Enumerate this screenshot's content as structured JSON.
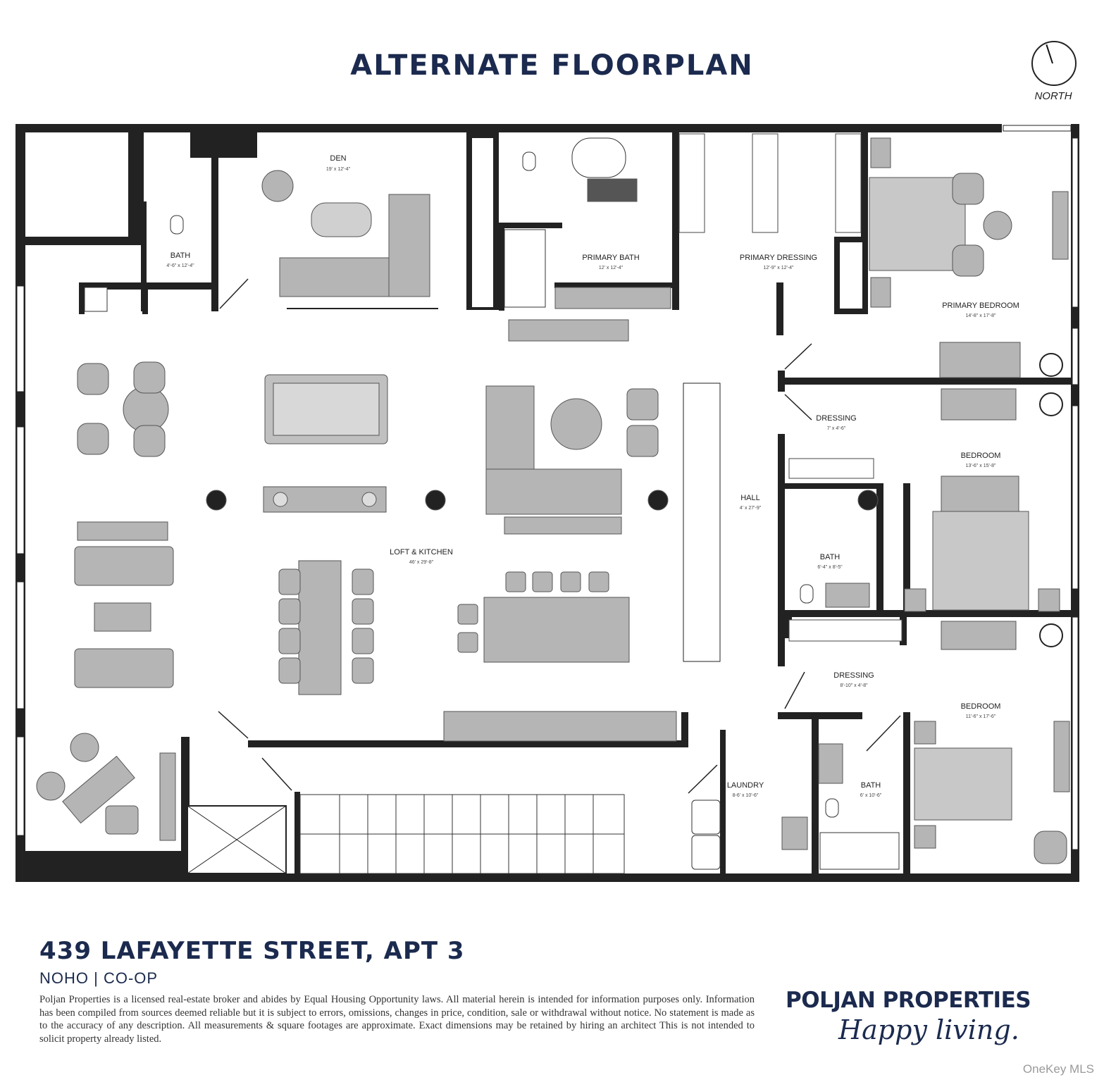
{
  "title": "ALTERNATE FLOORPLAN",
  "north_label": "NORTH",
  "rooms": [
    {
      "name": "DEN",
      "dims": "19' x 12'-4\""
    },
    {
      "name": "BATH",
      "dims": "4'-6\" x 12'-4\""
    },
    {
      "name": "PRIMARY BATH",
      "dims": "12' x 12'-4\""
    },
    {
      "name": "PRIMARY DRESSING",
      "dims": "12'-9\" x 12'-4\""
    },
    {
      "name": "PRIMARY BEDROOM",
      "dims": "14'-8\" x 17'-8\""
    },
    {
      "name": "DRESSING",
      "dims": "7' x 4'-6\""
    },
    {
      "name": "BEDROOM",
      "dims": "13'-6\" x 15'-8\""
    },
    {
      "name": "HALL",
      "dims": "4' x 27'-9\""
    },
    {
      "name": "BATH",
      "dims": "6'-4\" x 8'-5\""
    },
    {
      "name": "LOFT & KITCHEN",
      "dims": "46' x 29'-8\""
    },
    {
      "name": "DRESSING",
      "dims": "8'-10\" x 4'-8\""
    },
    {
      "name": "BEDROOM",
      "dims": "11'-6\" x 17'-6\""
    },
    {
      "name": "LAUNDRY",
      "dims": "8-6' x 10'-6\""
    },
    {
      "name": "BATH",
      "dims": "6' x 10'-6\""
    }
  ],
  "address": "439 LAFAYETTE STREET, APT 3",
  "subline": "NOHO  |  CO-OP",
  "disclaimer": "Poljan Properties is a licensed real-estate broker and abides by Equal Housing Opportunity laws. All material herein is intended for information purposes only. Information has been compiled from sources deemed reliable but it is subject to errors, omissions, changes in price, condition, sale or withdrawal without notice. No statement is made as to the accuracy of any description. All measurements & square footages are approximate. Exact dimensions may be retained by hiring an architect This is not intended to solicit property already listed.",
  "brand": "POLJAN PROPERTIES",
  "tagline": "Happy living.",
  "watermark": "OneKey MLS",
  "colors": {
    "navy": "#1b2a4e",
    "wall": "#222222",
    "furniture": "#b5b5b5"
  }
}
